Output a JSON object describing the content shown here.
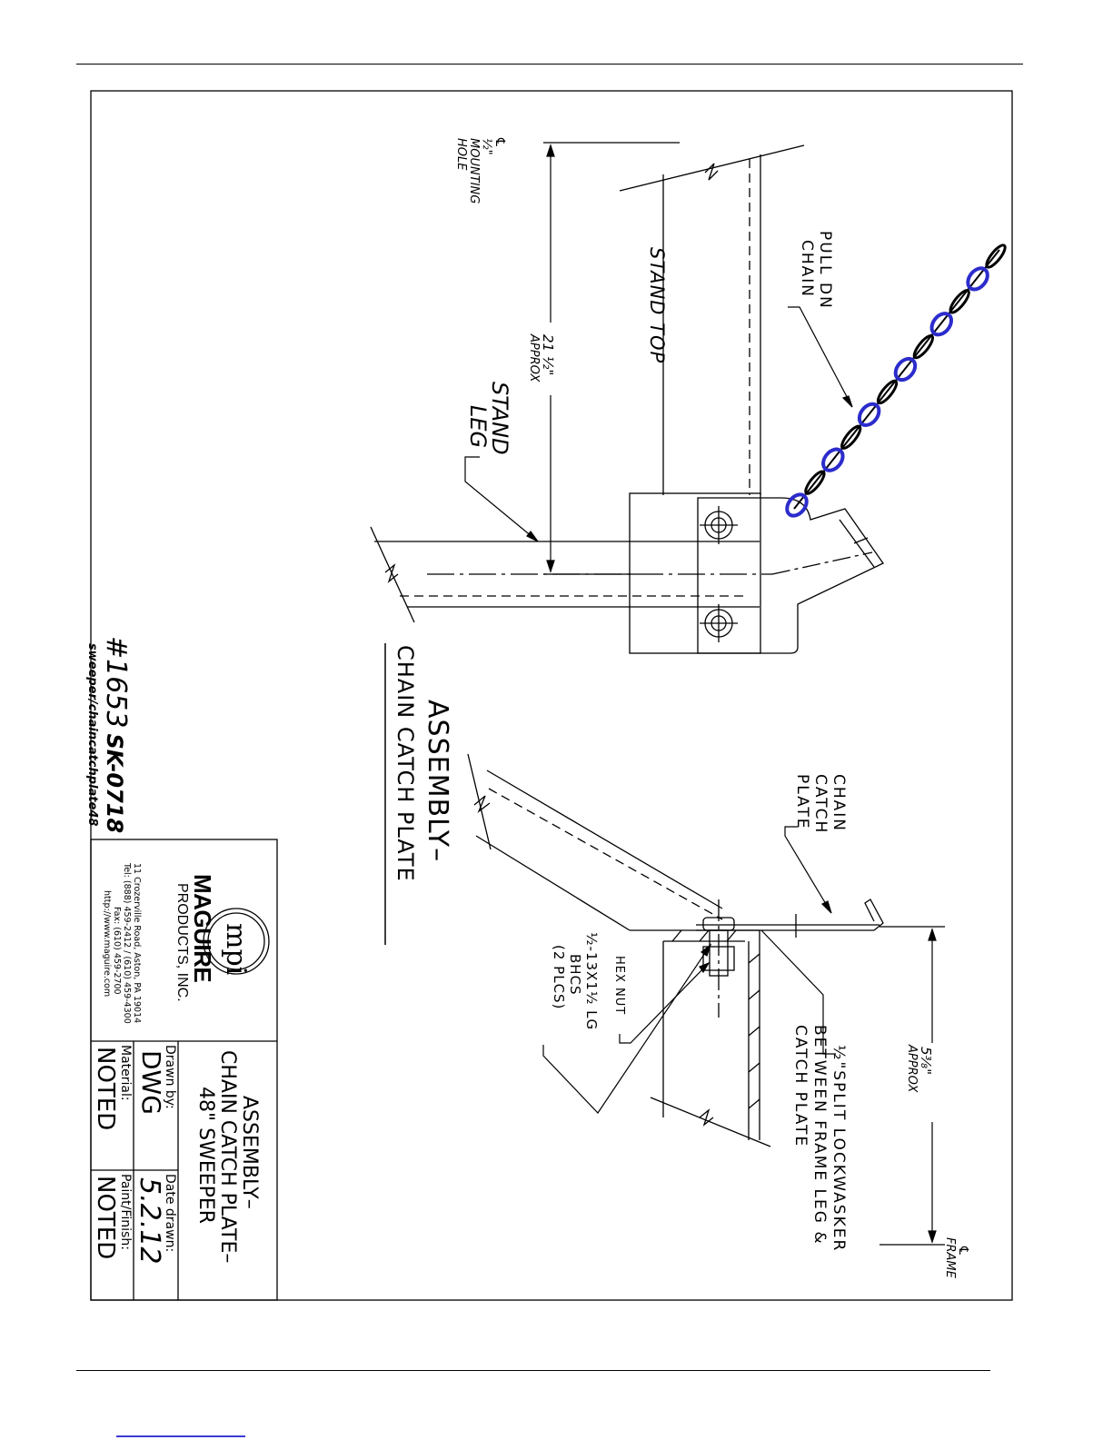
{
  "drawing": {
    "view_title_line1": "ASSEMBLY–",
    "view_title_line2": "CHAIN CATCH PLATE",
    "drawing_number": "#1653",
    "sketch_number": "SK-0718",
    "file_path": "sweeper/chaincatchplate48"
  },
  "callouts": {
    "pull_dn_chain_1": "PULL DN",
    "pull_dn_chain_2": "CHAIN",
    "mounting_hole_1": "℄",
    "mounting_hole_2": "½\"",
    "mounting_hole_3": "MOUNTING",
    "mounting_hole_4": "HOLE",
    "stand_top": "STAND TOP",
    "dim_21_1": "21 ½\"",
    "dim_21_2": "APPROX",
    "stand_leg_1": "STAND",
    "stand_leg_2": "LEG",
    "chain_catch_plate_1": "CHAIN",
    "chain_catch_plate_2": "CATCH",
    "chain_catch_plate_3": "PLATE",
    "dim_5_1": "5³⁄₈\"",
    "dim_5_2": "APPROX",
    "frame_cl_1": "℄",
    "frame_cl_2": "FRAME",
    "lockwasher_1": "½\"SPLIT LOCKWASKER",
    "lockwasher_2": "BETWEEN FRAME LEG &",
    "lockwasher_3": "CATCH PLATE",
    "hex_nut": "HEX NUT",
    "bolt_1": "½-13X1½ LG",
    "bolt_2": "BHCS",
    "bolt_3": "(2 PLCS)"
  },
  "title_block": {
    "logo_text": "mpi",
    "company_name_1": "MAGUIRE",
    "company_name_2": "PRODUCTS, INC.",
    "address": "11 Crozerville Road, Aston, PA 19014",
    "tel": "Tel: (888) 459-2412 / (610) 459-4300",
    "fax": "Fax: (610) 459-2700",
    "web": "http://www.maguire.com",
    "title_1": "ASSEMBLY–",
    "title_2": "CHAIN CATCH PLATE–",
    "title_3": "48\" SWEEPER",
    "drawn_by_label": "Drawn by:",
    "drawn_by_value": "DWG",
    "date_drawn_label": "Date drawn:",
    "date_drawn_value": "5.2.12",
    "material_label": "Material:",
    "material_value": "NOTED",
    "paint_label": "Paint/Finish:",
    "paint_value": "NOTED"
  },
  "colors": {
    "line": "#000000",
    "chain_highlight": "#2c2ccc",
    "link_underline": "#3b3bd6"
  }
}
